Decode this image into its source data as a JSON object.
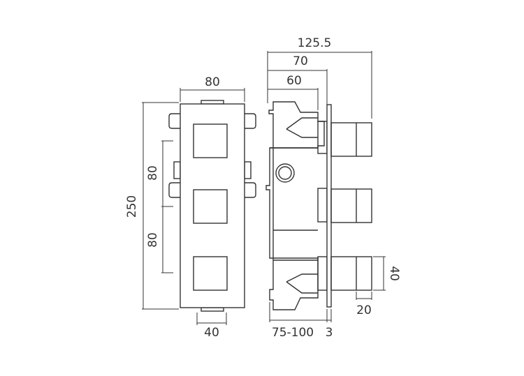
{
  "diagram": {
    "front_view": {
      "width": "80",
      "height": "250",
      "spacing_top": "80",
      "spacing_bottom": "80",
      "bottom_width": "40"
    },
    "side_view": {
      "overall_depth": "125.5",
      "depth_70": "70",
      "depth_60": "60",
      "wall_depth": "75-100",
      "plate_thickness": "3",
      "handle_height": "40",
      "handle_length": "20"
    }
  }
}
